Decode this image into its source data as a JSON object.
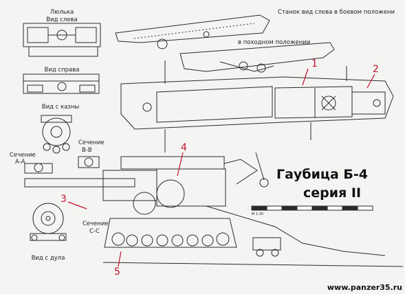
{
  "title": {
    "line1": "Гаубица Б-4",
    "line2": "серия II"
  },
  "views": {
    "cradle": "Люлька",
    "left_view": "Вид слева",
    "right_view": "Вид справа",
    "breech_view": "Вид с казны",
    "muzzle_view": "Вид с дула",
    "section_aa_word": "Сечение",
    "section_aa_code": "А-А",
    "section_bb_word": "Сечение",
    "section_bb_code": "В-В",
    "section_cc_word": "Сечение",
    "section_cc_code": "С-С",
    "carriage_combat": "Станок вид слева в боевом положени",
    "travel_position": "в походном положении"
  },
  "callouts": [
    "1",
    "2",
    "3",
    "4",
    "5"
  ],
  "scale": {
    "label": "М 1:35"
  },
  "watermark": "www.panzer35.ru",
  "colors": {
    "line": "#2a2a2a",
    "callout": "#c0102a",
    "paper": "#f4f4f2"
  }
}
